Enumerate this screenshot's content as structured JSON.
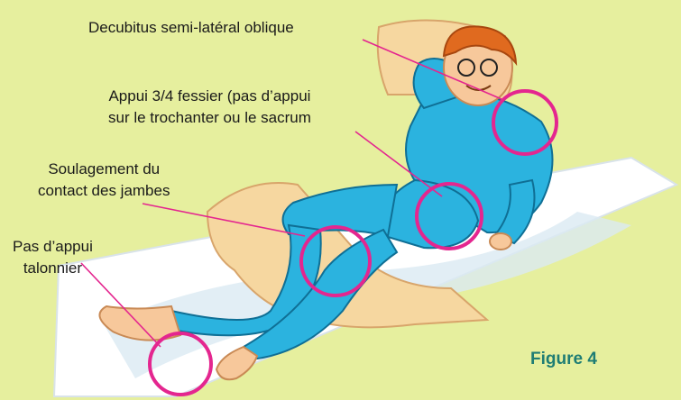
{
  "labels": {
    "decubitus": "Decubitus semi-latéral oblique",
    "appui_fessier_line1": "Appui 3/4 fessier (pas d’appui",
    "appui_fessier_line2": "sur le trochanter ou le sacrum",
    "soulagement_line1": "Soulagement du",
    "soulagement_line2": "contact des jambes",
    "talonnier_line1": "Pas d’appui",
    "talonnier_line2": "talonnier"
  },
  "figure_caption": "Figure 4",
  "colors": {
    "background": "#e6ef9e",
    "mattress": "#ffffff",
    "pillow": "#f6d7a0",
    "pajamas": "#2bb3df",
    "skin": "#f7c89b",
    "hair": "#e06a1f",
    "highlight_circle": "#e4268f",
    "leader_line": "#e4268f",
    "caption": "#1f7d74"
  }
}
